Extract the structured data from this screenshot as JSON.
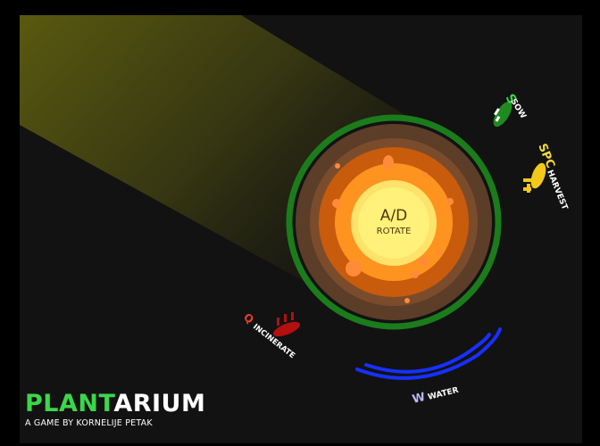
{
  "planet": {
    "key": "A/D",
    "action": "ROTATE"
  },
  "controls": {
    "sow": {
      "key": "S",
      "label": "SOW"
    },
    "harvest": {
      "key": "SPC",
      "label": "HARVEST"
    },
    "incinerate": {
      "key": "Q",
      "label": "INCINERATE"
    },
    "water": {
      "key": "W",
      "label": "WATER"
    }
  },
  "title": {
    "part1": "PLANT",
    "part2": "ARIUM",
    "byline": "A GAME BY KORNELIJE PETAK"
  },
  "icons": {
    "sow": "seed-planter-icon",
    "harvest": "harvester-icon",
    "incinerate": "incinerator-icon",
    "water": "water-arc-icon"
  },
  "colors": {
    "background": "#121212",
    "frame": "#000000",
    "light_beam": "#5b5b10",
    "planet_ring": "#1b7c1b",
    "planet_crust": "#5b3d28",
    "planet_mantle": "#7a4c2c",
    "planet_outer_core": "#c85b0c",
    "planet_inner_core": "#ff9320",
    "planet_center": "#fde36a",
    "sow": "#1f8a1f",
    "sow_key": "#3cd64a",
    "harvest": "#f2c81a",
    "incinerate": "#b3100f",
    "incinerate_key": "#e8402a",
    "water": "#1730ff",
    "water_key": "#b9b9ff",
    "title_accent": "#3cd64a"
  }
}
